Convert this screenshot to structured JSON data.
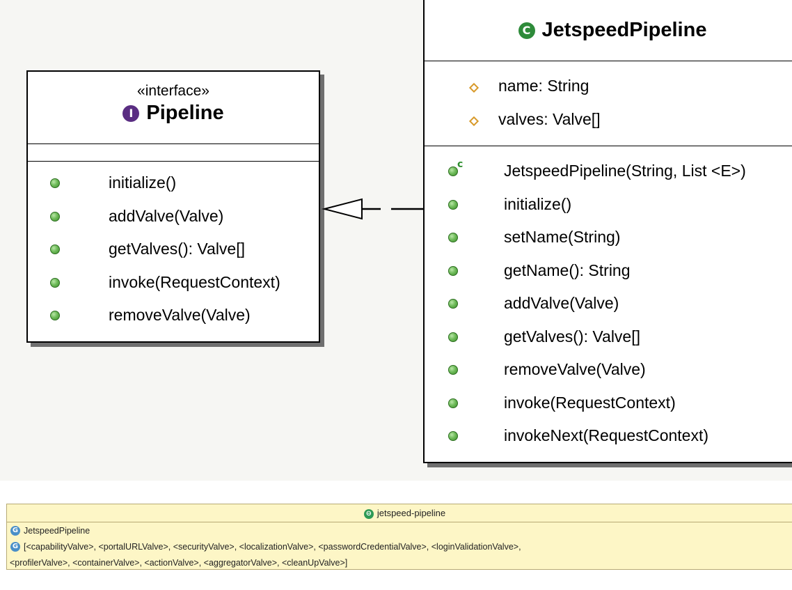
{
  "pipeline_interface": {
    "stereotype": "«interface»",
    "name": "Pipeline",
    "icon": "interface-icon",
    "color": "#5a2d82",
    "methods": [
      "initialize()",
      "addValve(Valve)",
      "getValves(): Valve[]",
      "invoke(RequestContext)",
      "removeValve(Valve)"
    ]
  },
  "jetspeed_class": {
    "name": "JetspeedPipeline",
    "icon": "class-icon",
    "color": "#2e8b3a",
    "fields": [
      "name: String",
      "valves: Valve[]"
    ],
    "constructor": "JetspeedPipeline(String, List <E>)",
    "methods": [
      "initialize()",
      "setName(String)",
      "getName(): String",
      "addValve(Valve)",
      "getValves(): Valve[]",
      "removeValve(Valve)",
      "invoke(RequestContext)",
      "invokeNext(RequestContext)"
    ]
  },
  "bean": {
    "title": "jetspeed-pipeline",
    "class_name": "JetspeedPipeline",
    "args_line1": "[<capabilityValve>, <portalURLValve>, <securityValve>, <localizationValve>, <passwordCredentialValve>, <loginValidationValve>,",
    "args_line2": "<profilerValve>, <containerValve>, <actionValve>, <aggregatorValve>, <cleanUpValve>]"
  }
}
